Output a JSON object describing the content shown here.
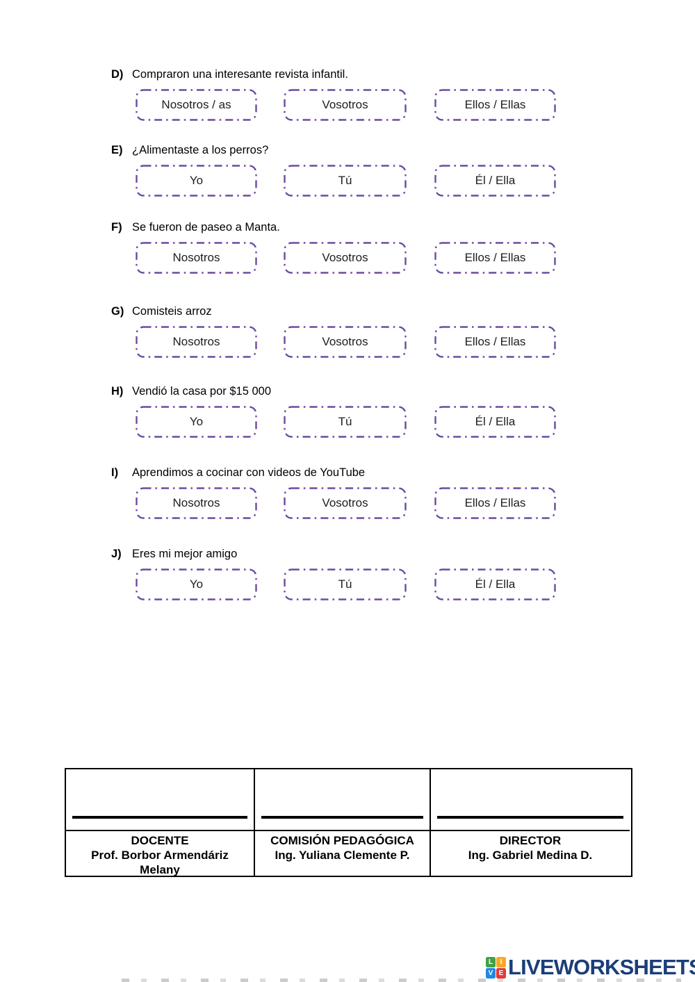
{
  "questions": [
    {
      "letter": "D)",
      "sentence": "Compraron una interesante revista infantil.",
      "options": [
        "Nosotros / as",
        "Vosotros",
        "Ellos / Ellas"
      ]
    },
    {
      "letter": "E)",
      "sentence": "¿Alimentaste a los perros?",
      "options": [
        "Yo",
        "Tú",
        "Él / Ella"
      ]
    },
    {
      "letter": "F)",
      "sentence": "Se fueron de paseo a Manta.",
      "options": [
        "Nosotros",
        "Vosotros",
        "Ellos / Ellas"
      ]
    },
    {
      "letter": "G)",
      "sentence": "Comisteis arroz",
      "options": [
        "Nosotros",
        "Vosotros",
        "Ellos / Ellas"
      ]
    },
    {
      "letter": "H)",
      "sentence": "Vendió la casa por $15 000",
      "options": [
        "Yo",
        "Tú",
        "Él / Ella"
      ]
    },
    {
      "letter": "I)",
      "sentence": "Aprendimos a cocinar con videos de YouTube",
      "options": [
        "Nosotros",
        "Vosotros",
        "Ellos / Ellas"
      ]
    },
    {
      "letter": "J)",
      "sentence": "Eres mi mejor amigo",
      "options": [
        "Yo",
        "Tú",
        "Él / Ella"
      ]
    }
  ],
  "signature_table": {
    "columns": [
      {
        "title": "DOCENTE",
        "name": "Prof. Borbor Armendáriz Melany"
      },
      {
        "title": "COMISIÓN PEDAGÓGICA",
        "name": "Ing. Yuliana Clemente P."
      },
      {
        "title": "DIRECTOR",
        "name": "Ing. Gabriel Medina D."
      }
    ]
  },
  "footer": {
    "brand": "LIVEWORKSHEETS",
    "logo_letters": [
      "L",
      "I",
      "V",
      "E"
    ],
    "logo_colors": {
      "l": "#43a047",
      "i": "#f9a825",
      "v": "#1e88e5",
      "e": "#e53935"
    },
    "brand_color": "#1b3e78"
  },
  "colors": {
    "option_border": "#6b4aa2",
    "table_border": "#000000"
  }
}
